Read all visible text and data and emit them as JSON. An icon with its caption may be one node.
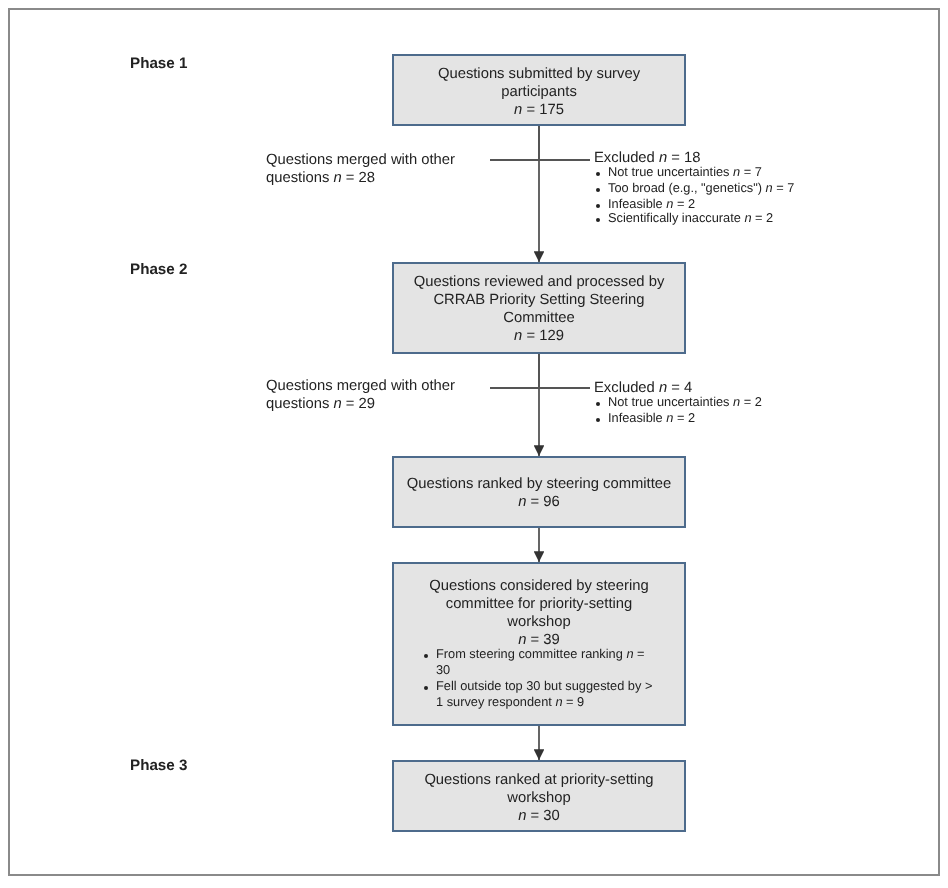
{
  "diagram": {
    "nodes": [
      {
        "text": [
          "Questions submitted by survey participants",
          "*n* = 175"
        ]
      },
      {
        "text": [
          "Questions merged with other questions *n* = 28"
        ]
      },
      {
        "text": [
          "Excluded *n* = 18",
          "Not true uncertainties *n* = 7",
          "Too broad (e.g., \"genetics\") *n* = 7",
          "Infeasible *n* = 2",
          "Scientifically inaccurate *n* = 2"
        ]
      },
      {
        "text": [
          "Questions reviewed and processed by CRRAB Priority Setting Steering Committee",
          "*n* = 129"
        ]
      },
      {
        "text": [
          "Questions merged with other questions *n* = 29"
        ]
      },
      {
        "text": [
          "Excluded *n* = 4",
          "Not true uncertainties *n* = 2",
          "Infeasible *n* = 2"
        ]
      },
      {
        "text": [
          "Questions ranked by steering committee",
          "*n* = 96"
        ]
      },
      {
        "text": [
          "Questions considered by steering committee for priority-setting workshop",
          "*n* = 39",
          "From steering committee ranking *n* = 30",
          "Fell outside top 30 but suggested by > 1 survey respondent *n* = 9"
        ]
      },
      {
        "text": [
          "Questions ranked at priority-setting workshop",
          "*n* = 30"
        ]
      }
    ],
    "edges": [
      {
        "from": 0,
        "to": 1,
        "arrow": "none"
      },
      {
        "from": 0,
        "to": 2,
        "arrow": "none"
      },
      {
        "from": 0,
        "to": 3,
        "arrow": "to"
      },
      {
        "from": 3,
        "to": 4,
        "arrow": "none"
      },
      {
        "from": 3,
        "to": 5,
        "arrow": "none"
      },
      {
        "from": 3,
        "to": 6,
        "arrow": "to"
      },
      {
        "from": 6,
        "to": 7,
        "arrow": "to"
      },
      {
        "from": 7,
        "to": 8,
        "arrow": "to"
      }
    ],
    "labels": [
      "Phase 1",
      "Phase 2",
      "Phase 3"
    ]
  }
}
